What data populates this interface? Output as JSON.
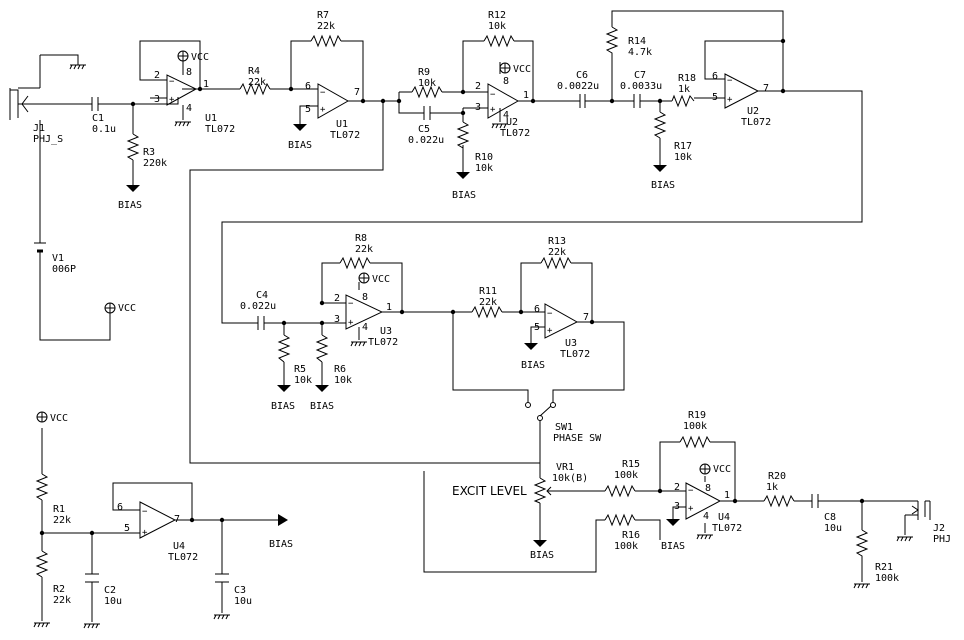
{
  "parts": {
    "j1": [
      "J1",
      "PHJ_S"
    ],
    "j2": [
      "J2",
      "PHJ"
    ],
    "v1": [
      "V1",
      "006P"
    ],
    "c1": [
      "C1",
      "0.1u"
    ],
    "c2": [
      "C2",
      "10u"
    ],
    "c3": [
      "C3",
      "10u"
    ],
    "c4": [
      "C4",
      "0.022u"
    ],
    "c5": [
      "C5",
      "0.022u"
    ],
    "c6": [
      "C6",
      "0.0022u"
    ],
    "c7": [
      "C7",
      "0.0033u"
    ],
    "c8": [
      "C8",
      "10u"
    ],
    "r1": [
      "R1",
      "22k"
    ],
    "r2": [
      "R2",
      "22k"
    ],
    "r3": [
      "R3",
      "220k"
    ],
    "r4": [
      "R4",
      "22k"
    ],
    "r5": [
      "R5",
      "10k"
    ],
    "r6": [
      "R6",
      "10k"
    ],
    "r7": [
      "R7",
      "22k"
    ],
    "r8": [
      "R8",
      "22k"
    ],
    "r9": [
      "R9",
      "10k"
    ],
    "r10": [
      "R10",
      "10k"
    ],
    "r11": [
      "R11",
      "22k"
    ],
    "r12": [
      "R12",
      "10k"
    ],
    "r13": [
      "R13",
      "22k"
    ],
    "r14": [
      "R14",
      "4.7k"
    ],
    "r15": [
      "R15",
      "100k"
    ],
    "r16": [
      "R16",
      "100k"
    ],
    "r17": [
      "R17",
      "10k"
    ],
    "r18": [
      "R18",
      "1k"
    ],
    "r19": [
      "R19",
      "100k"
    ],
    "r20": [
      "R20",
      "1k"
    ],
    "r21": [
      "R21",
      "100k"
    ],
    "vr1": [
      "VR1",
      "10k(B)"
    ],
    "sw1": [
      "SW1",
      "PHASE SW"
    ],
    "u1a": [
      "U1",
      "TL072"
    ],
    "u1b": [
      "U1",
      "TL072"
    ],
    "u2a": [
      "U2",
      "TL072"
    ],
    "u2b": [
      "U2",
      "TL072"
    ],
    "u3a": [
      "U3",
      "TL072"
    ],
    "u3b": [
      "U3",
      "TL072"
    ],
    "u4a": [
      "U4",
      "TL072"
    ],
    "u4b": [
      "U4",
      "TL072"
    ]
  },
  "pins": {
    "u1a": [
      "2",
      "3",
      "8",
      "4",
      "1"
    ],
    "u1b": [
      "6",
      "5",
      "7"
    ],
    "u2a": [
      "2",
      "3",
      "8",
      "4",
      "1"
    ],
    "u2b": [
      "6",
      "5",
      "7"
    ],
    "u3a": [
      "2",
      "3",
      "8",
      "4",
      "1"
    ],
    "u3b": [
      "6",
      "5",
      "7"
    ],
    "u4a": [
      "2",
      "3",
      "8",
      "4",
      "1"
    ],
    "u4b": [
      "6",
      "5",
      "7"
    ]
  },
  "nets": {
    "vcc": "VCC",
    "bias": "BIAS"
  },
  "excit_level": "EXCIT LEVEL"
}
